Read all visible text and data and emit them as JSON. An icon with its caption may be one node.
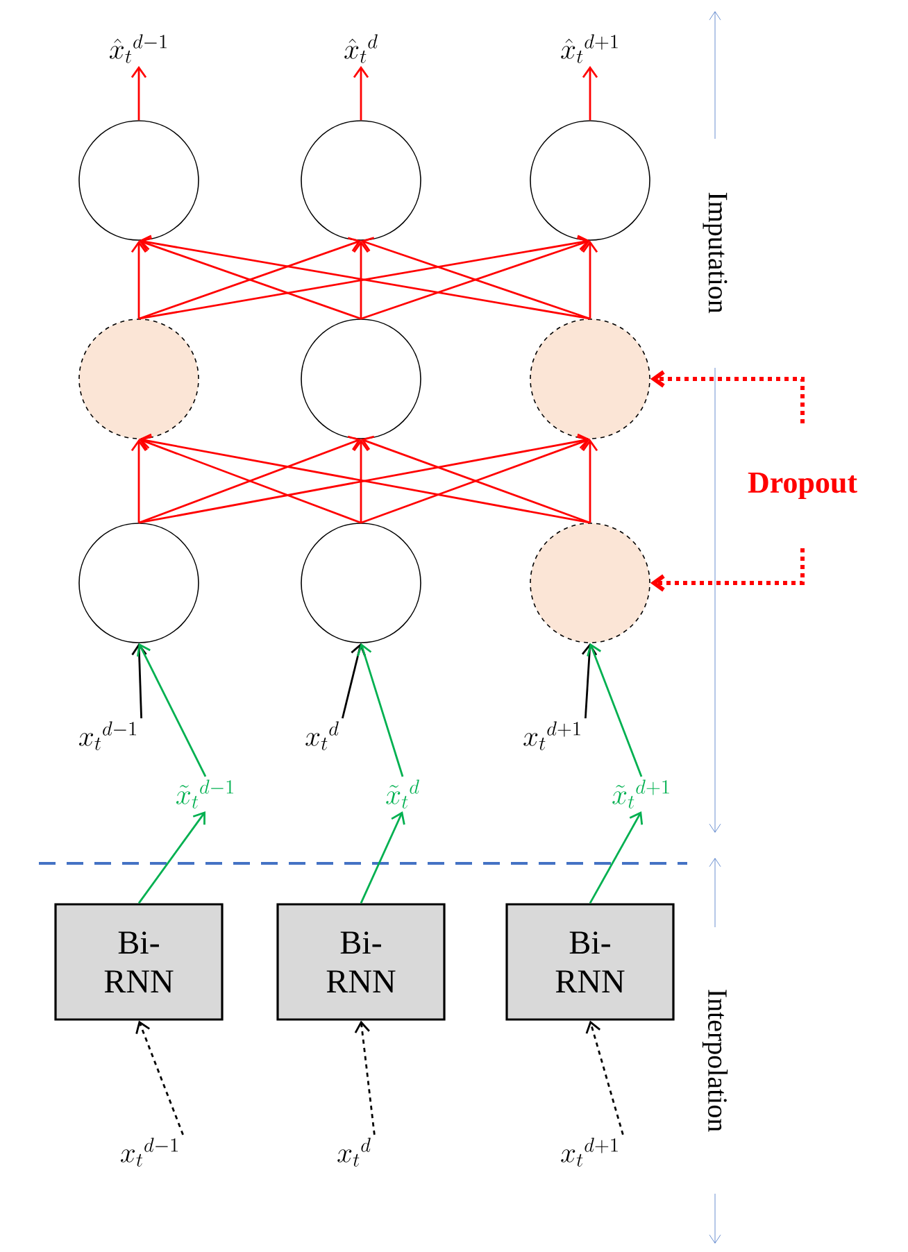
{
  "diagram": {
    "nodes": [
      {
        "text": [
          "\\hat{x}_t{}^{d-1}"
        ]
      },
      {
        "text": [
          "\\hat{x}_t{}^{d}"
        ]
      },
      {
        "text": [
          "\\hat{x}_t{}^{d+1}"
        ]
      },
      {
        "text": [],
        "shape": "circle"
      },
      {
        "text": [],
        "shape": "circle"
      },
      {
        "text": [],
        "shape": "circle"
      },
      {
        "text": [],
        "shape": "circle"
      },
      {
        "text": [],
        "shape": "circle"
      },
      {
        "text": [],
        "shape": "circle"
      },
      {
        "text": [],
        "shape": "circle"
      },
      {
        "text": [],
        "shape": "circle"
      },
      {
        "text": [],
        "shape": "circle"
      },
      {
        "text": [
          "x_t{}^{d-1}"
        ]
      },
      {
        "text": [
          "x_t{}^{d}"
        ]
      },
      {
        "text": [
          "x_t{}^{d+1}"
        ]
      },
      {
        "text": [
          "\\tilde{x}_t{}^{d-1}"
        ]
      },
      {
        "text": [
          "\\tilde{x}_t{}^{d}"
        ]
      },
      {
        "text": [
          "\\tilde{x}_t{}^{d+1}"
        ]
      },
      {
        "text": [
          "Bi- RNN"
        ]
      },
      {
        "text": [
          "Bi- RNN"
        ]
      },
      {
        "text": [
          "Bi- RNN"
        ]
      },
      {
        "text": [
          "x_t{}^{d-1}"
        ]
      },
      {
        "text": [
          "x_t{}^{d}"
        ]
      },
      {
        "text": [
          "x_t{}^{d+1}"
        ]
      },
      {
        "text": [
          "Dropout"
        ]
      }
    ],
    "edges": [
      {
        "from": 3,
        "to": 0,
        "arrow": "to"
      },
      {
        "from": 4,
        "to": 1,
        "arrow": "to"
      },
      {
        "from": 5,
        "to": 2,
        "arrow": "to"
      },
      {
        "from": 6,
        "to": 3,
        "arrow": "to"
      },
      {
        "from": 6,
        "to": 4,
        "arrow": "to"
      },
      {
        "from": 6,
        "to": 5,
        "arrow": "to"
      },
      {
        "from": 7,
        "to": 3,
        "arrow": "to"
      },
      {
        "from": 7,
        "to": 4,
        "arrow": "to"
      },
      {
        "from": 7,
        "to": 5,
        "arrow": "to"
      },
      {
        "from": 8,
        "to": 3,
        "arrow": "to"
      },
      {
        "from": 8,
        "to": 4,
        "arrow": "to"
      },
      {
        "from": 8,
        "to": 5,
        "arrow": "to"
      },
      {
        "from": 9,
        "to": 6,
        "arrow": "to"
      },
      {
        "from": 9,
        "to": 7,
        "arrow": "to"
      },
      {
        "from": 9,
        "to": 8,
        "arrow": "to"
      },
      {
        "from": 10,
        "to": 6,
        "arrow": "to"
      },
      {
        "from": 10,
        "to": 7,
        "arrow": "to"
      },
      {
        "from": 10,
        "to": 8,
        "arrow": "to"
      },
      {
        "from": 11,
        "to": 6,
        "arrow": "to"
      },
      {
        "from": 11,
        "to": 7,
        "arrow": "to"
      },
      {
        "from": 11,
        "to": 8,
        "arrow": "to"
      },
      {
        "from": 12,
        "to": 9,
        "arrow": "to",
        "color": "#000000"
      },
      {
        "from": 13,
        "to": 10,
        "arrow": "to",
        "color": "#000000"
      },
      {
        "from": 14,
        "to": 11,
        "arrow": "to",
        "color": "#000000"
      },
      {
        "from": 15,
        "to": 9,
        "arrow": "to",
        "color": "#00b050"
      },
      {
        "from": 16,
        "to": 10,
        "arrow": "to",
        "color": "#00b050"
      },
      {
        "from": 17,
        "to": 11,
        "arrow": "to",
        "color": "#00b050"
      },
      {
        "from": 18,
        "to": 15,
        "arrow": "to",
        "color": "#00b050"
      },
      {
        "from": 19,
        "to": 16,
        "arrow": "to",
        "color": "#00b050"
      },
      {
        "from": 20,
        "to": 17,
        "arrow": "to",
        "color": "#00b050"
      },
      {
        "from": 21,
        "to": 18,
        "arrow": "to",
        "style": "dashed",
        "color": "#000000"
      },
      {
        "from": 22,
        "to": 19,
        "arrow": "to",
        "style": "dashed",
        "color": "#000000"
      },
      {
        "from": 23,
        "to": 20,
        "arrow": "to",
        "style": "dashed",
        "color": "#000000"
      },
      {
        "from": 24,
        "to": 8,
        "arrow": "to",
        "style": "dashed"
      },
      {
        "from": 24,
        "to": 11,
        "arrow": "to",
        "style": "dashed"
      }
    ],
    "labels": [
      "Imputation",
      "Interpolation"
    ]
  }
}
